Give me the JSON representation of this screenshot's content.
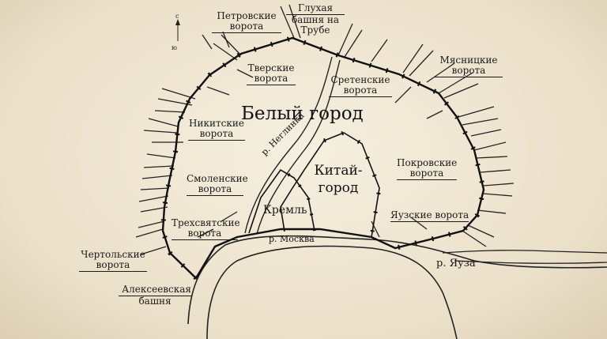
{
  "compass": {
    "north": "с",
    "south": "ю"
  },
  "areas": {
    "belyi": "Белый город",
    "kitai_1": "Китай-",
    "kitai_2": "город",
    "kreml": "Кремль"
  },
  "rivers": {
    "neglinka": "р. Неглинка",
    "moskva": "р. Москва",
    "yauza": "р. Яуза"
  },
  "gates": {
    "petrovskie": "Петровские ворота",
    "glukhaya_1": "Глухая",
    "glukhaya_2": "башня на",
    "glukhaya_3": "Трубе",
    "tverskie": "Тверские ворота",
    "sretenskie": "Сретенские ворота",
    "myasnitskie": "Мясницкие ворота",
    "nikitskie": "Никитские ворота",
    "smolenskie": "Смоленские ворота",
    "pokrovskie": "Покровские ворота",
    "yauzskie": "Яузские ворота",
    "trekhsvyatskie": "Трехсвятские ворота",
    "chertolskie": "Чертольские ворота",
    "alekseevskaya_1": "Алексеевская",
    "alekseevskaya_2": "башня"
  }
}
